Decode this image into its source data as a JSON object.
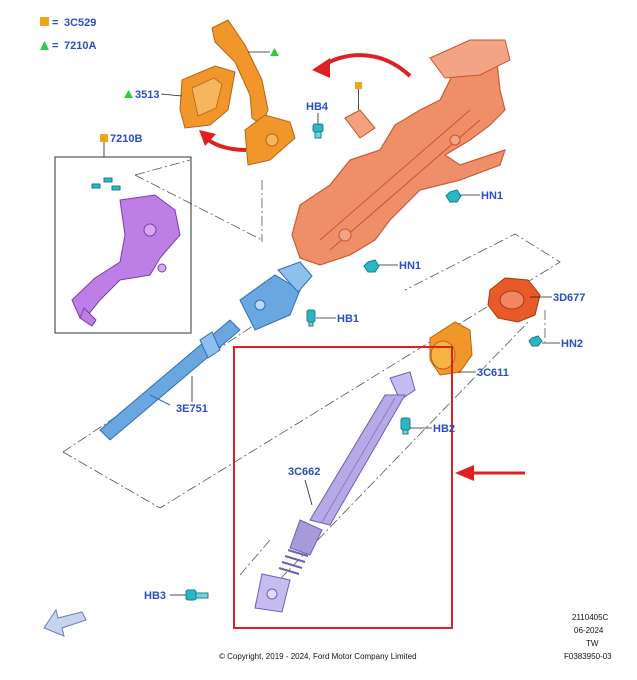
{
  "legend": {
    "square_code": "3C529",
    "triangle_code": "7210A",
    "square_color": "#f2a516",
    "triangle_color": "#2ecc40",
    "equals": "="
  },
  "callouts": {
    "c3513": "3513",
    "hb4": "HB4",
    "c7210b": "7210B",
    "hn1_a": "HN1",
    "hn1_b": "HN1",
    "hb1": "HB1",
    "c3d677": "3D677",
    "hn2": "HN2",
    "c3c611": "3C611",
    "c3e751": "3E751",
    "hb2": "HB2",
    "c3c662": "3C662",
    "hb3": "HB3"
  },
  "footer": {
    "copyright": "© Copyright, 2019 - 2024, Ford Motor Company Limited",
    "code_line1": "2110405C",
    "code_line2": "06-2024",
    "code_line3": "TW",
    "code_line4": "F0383950-03"
  },
  "colors": {
    "callout_text": "#2a4fc0",
    "highlight_box": "#e02020",
    "arrow_red": "#e02020",
    "column_orange": "#e8683a",
    "lever_orange": "#e88a1a",
    "shaft_blue": "#6aa6e0",
    "shaft_lilac": "#b7a9e6",
    "bracket_purple": "#b06ad8",
    "fastener_teal": "#2bb6c4"
  },
  "icons": {
    "view_arrow": "view-direction-arrow-icon",
    "square_marker": "square-marker-icon",
    "triangle_marker": "triangle-marker-icon"
  }
}
